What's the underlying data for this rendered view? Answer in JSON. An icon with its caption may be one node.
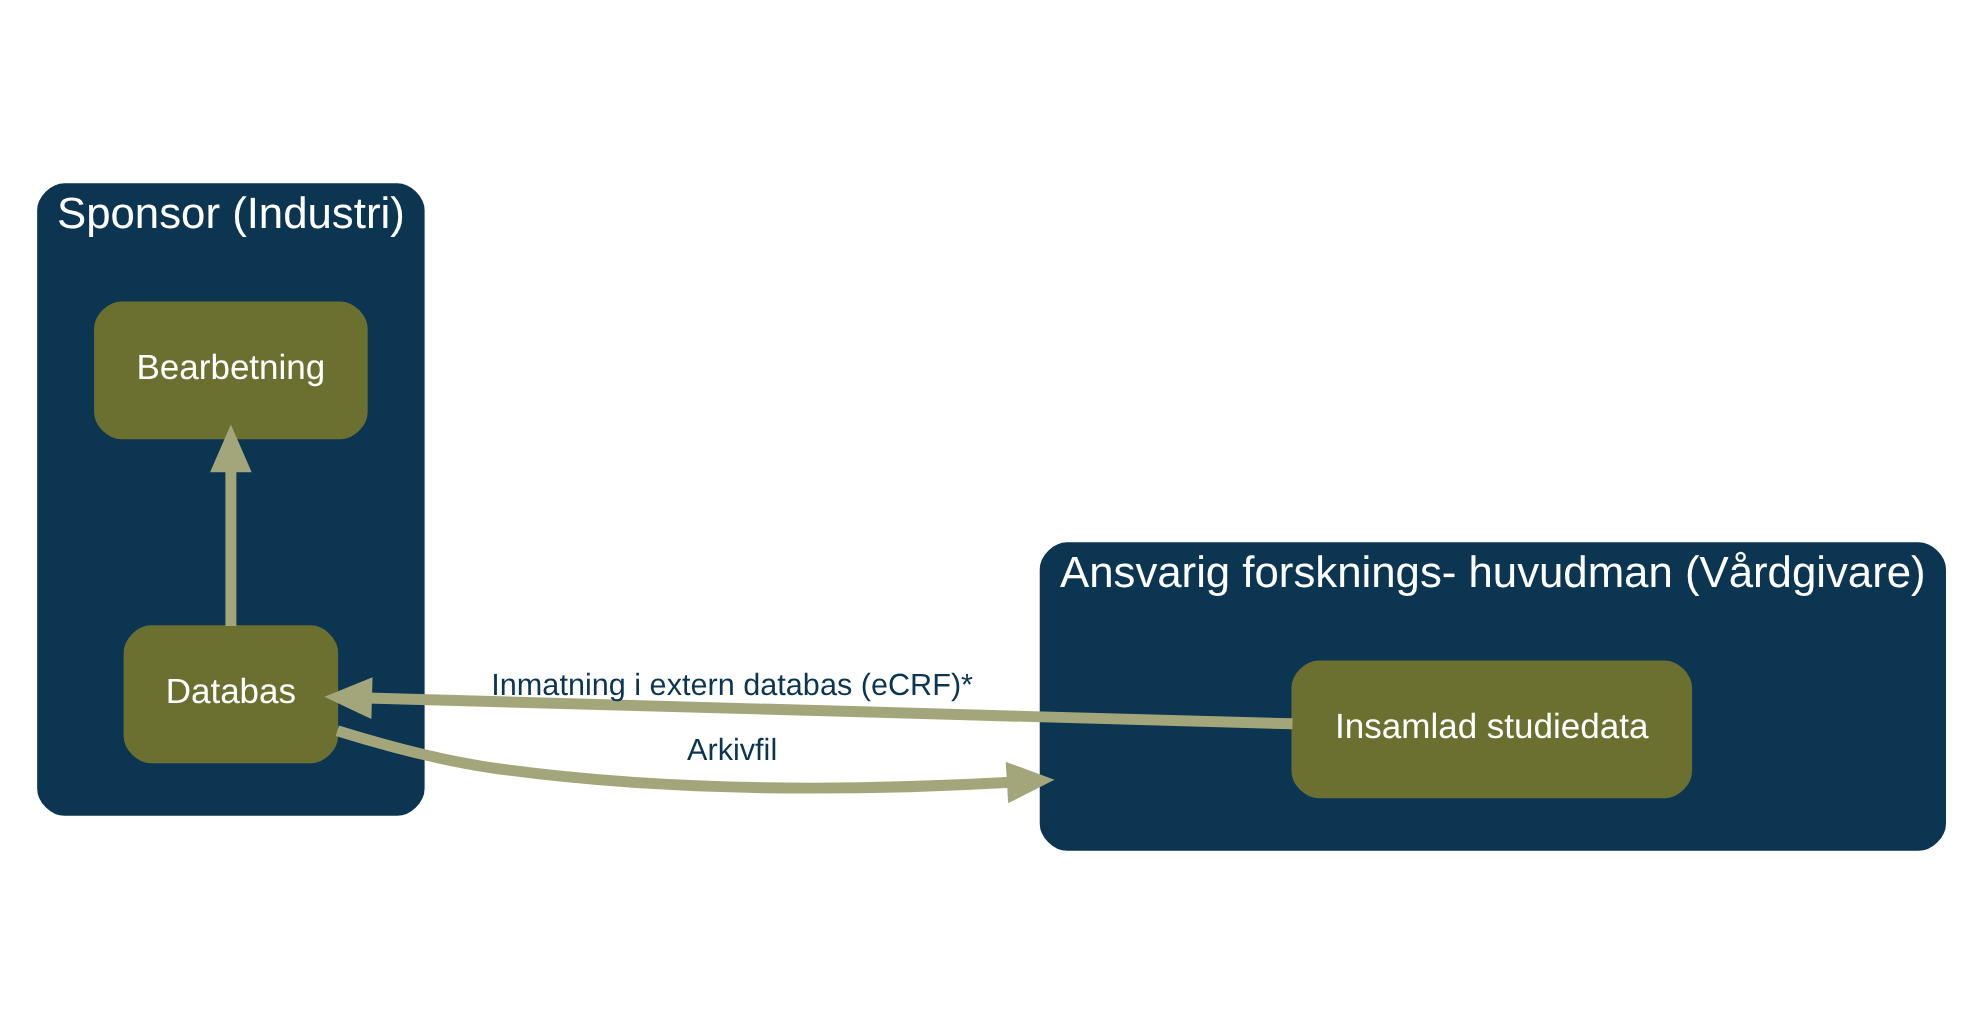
{
  "diagram": {
    "nodes": [
      {
        "text": [
          "Sponsor (Industri)"
        ]
      },
      {
        "text": [
          "Databas"
        ],
        "in": 0
      },
      {
        "text": [
          "Bearbetning"
        ],
        "in": 0
      },
      {
        "text": [
          "Ansvarig forsknings- huvudman (Vårdgivare)"
        ]
      },
      {
        "text": [
          "Insamlad studiedata"
        ],
        "in": 3
      }
    ],
    "edges": [
      {
        "from": 4,
        "to": 1,
        "arrow": "to",
        "label": "Inmatning i extern databas (eCRF)*"
      },
      {
        "from": 1,
        "to": 3,
        "arrow": "to",
        "label": "Arkivfil"
      },
      {
        "from": 1,
        "to": 2,
        "arrow": "to"
      }
    ]
  }
}
